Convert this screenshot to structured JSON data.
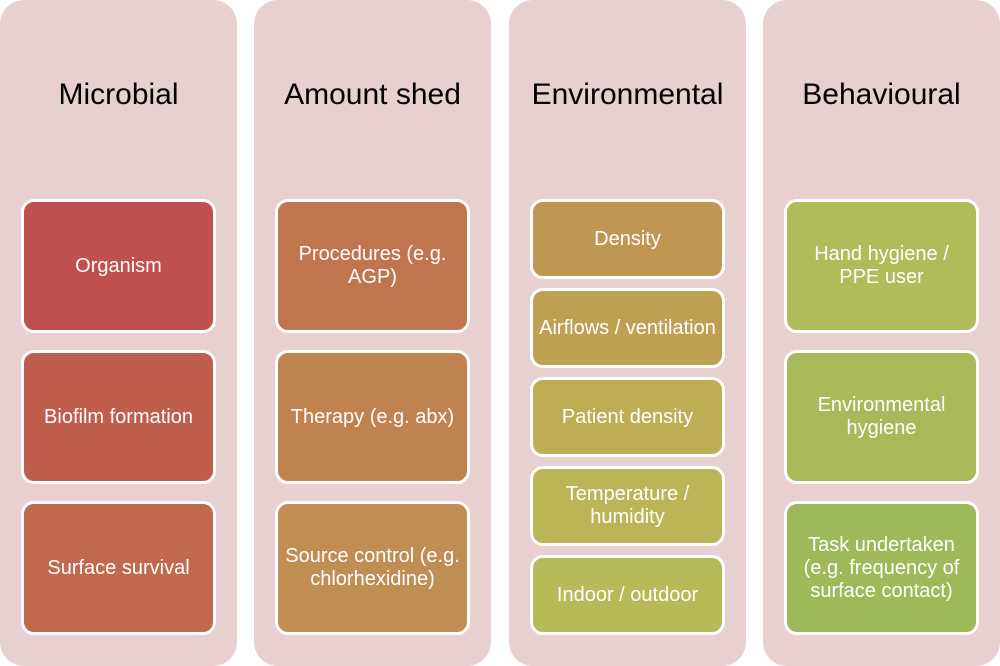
{
  "columns": [
    {
      "title": "Microbial",
      "items": [
        {
          "label": "Organism",
          "color": "#C0504D"
        },
        {
          "label": "Biofilm formation",
          "color": "#C05E4E"
        },
        {
          "label": "Surface survival",
          "color": "#C0694F"
        }
      ]
    },
    {
      "title": "Amount shed",
      "items": [
        {
          "label": "Procedures (e.g. AGP)",
          "color": "#C0754F"
        },
        {
          "label": "Therapy (e.g. abx)",
          "color": "#C0834F"
        },
        {
          "label": "Source control (e.g. chlorhexidine)",
          "color": "#C08E52"
        }
      ]
    },
    {
      "title": "Environmental",
      "items": [
        {
          "label": "Density",
          "color": "#BF9652"
        },
        {
          "label": "Airflows / ventilation",
          "color": "#BFA052"
        },
        {
          "label": "Patient density",
          "color": "#BEAD55"
        },
        {
          "label": "Temperature / humidity",
          "color": "#BCB558"
        },
        {
          "label": "Indoor / outdoor",
          "color": "#B8BA5A"
        }
      ]
    },
    {
      "title": "Behavioural",
      "items": [
        {
          "label": "Hand hygiene / PPE user",
          "color": "#B1BB5A"
        },
        {
          "label": "Environmental hygiene",
          "color": "#A8B95A"
        },
        {
          "label": "Task undertaken (e.g. frequency of surface contact)",
          "color": "#9EB959"
        }
      ]
    }
  ]
}
